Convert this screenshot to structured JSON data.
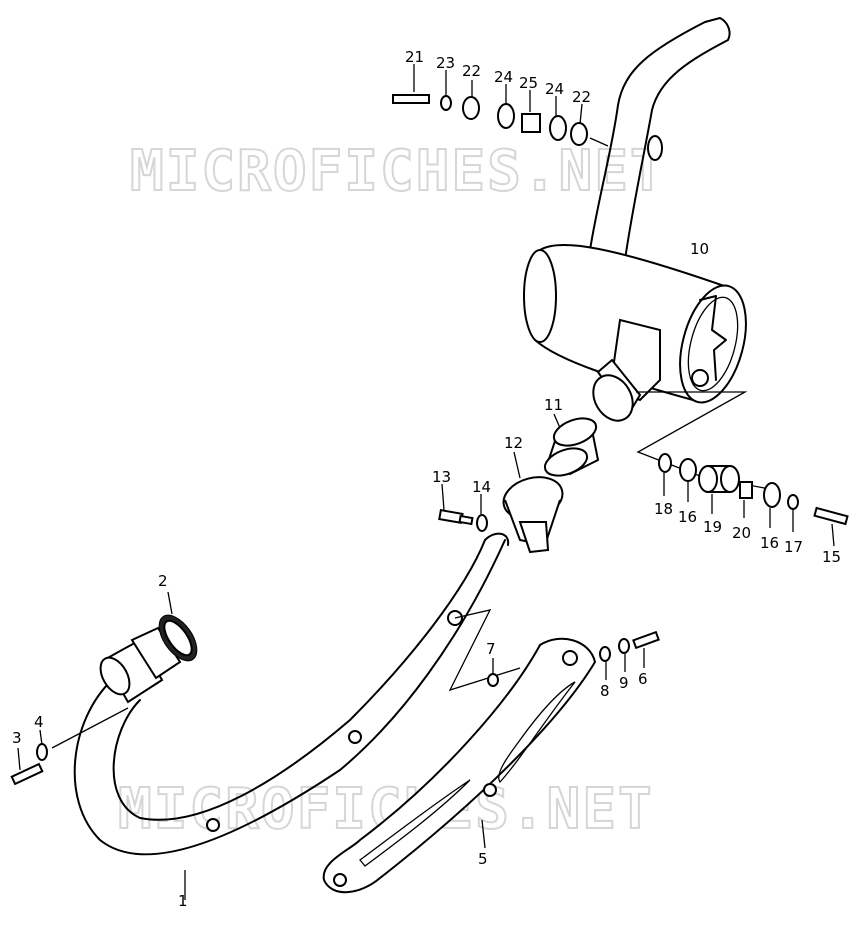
{
  "watermark": "MICROFICHES.NET",
  "callouts": {
    "c1": "1",
    "c2": "2",
    "c3": "3",
    "c4": "4",
    "c5": "5",
    "c6": "6",
    "c7": "7",
    "c8": "8",
    "c9": "9",
    "c10": "10",
    "c11": "11",
    "c12": "12",
    "c13": "13",
    "c14": "14",
    "c15": "15",
    "c16a": "16",
    "c16b": "16",
    "c17": "17",
    "c18": "18",
    "c19": "19",
    "c20": "20",
    "c21": "21",
    "c22a": "22",
    "c22b": "22",
    "c23": "23",
    "c24a": "24",
    "c24b": "24",
    "c25": "25"
  }
}
